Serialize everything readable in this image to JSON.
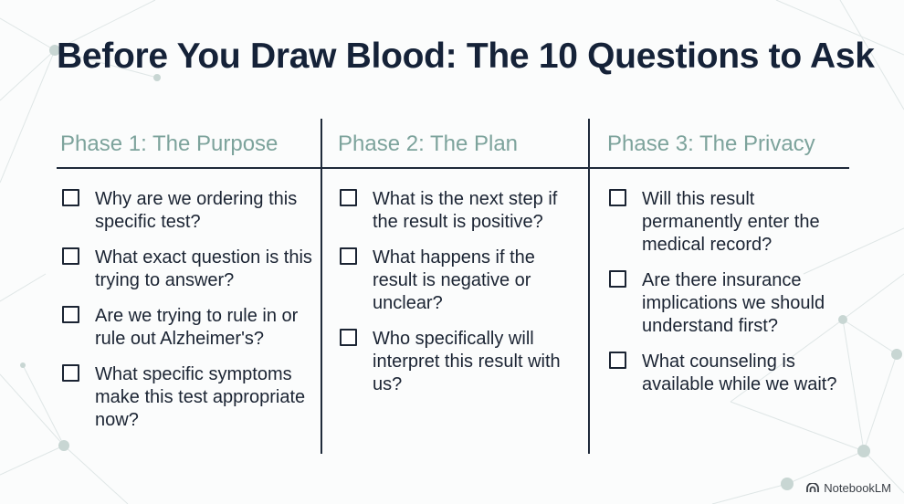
{
  "title": "Before You Draw Blood: The 10 Questions to Ask",
  "columns": [
    {
      "heading": "Phase 1: The Purpose",
      "items": [
        {
          "text": "Why are we ordering this specific test?",
          "checked": false
        },
        {
          "text": "What exact question is this trying to answer?",
          "checked": false
        },
        {
          "text": "Are we trying to rule in or rule out Alzheimer's?",
          "checked": false
        },
        {
          "text": "What specific symptoms make this test appropriate now?",
          "checked": false
        }
      ]
    },
    {
      "heading": "Phase 2: The Plan",
      "items": [
        {
          "text": "What is the next step if the result is positive?",
          "checked": false
        },
        {
          "text": "What happens if the result is negative or unclear?",
          "checked": false
        },
        {
          "text": "Who specifically will interpret this result with us?",
          "checked": false
        }
      ]
    },
    {
      "heading": "Phase 3: The Privacy",
      "items": [
        {
          "text": "Will this result permanently enter the medical record?",
          "checked": false
        },
        {
          "text": "Are there insurance implications we should understand first?",
          "checked": false
        },
        {
          "text": "What counseling is available while we wait?",
          "checked": false
        }
      ]
    }
  ],
  "branding": {
    "label": "NotebookLM",
    "icon": "notebooklm-logo-icon"
  },
  "colors": {
    "title": "#152238",
    "heading": "#7da39c",
    "text": "#1b2433",
    "rule": "#1f2a3a"
  }
}
